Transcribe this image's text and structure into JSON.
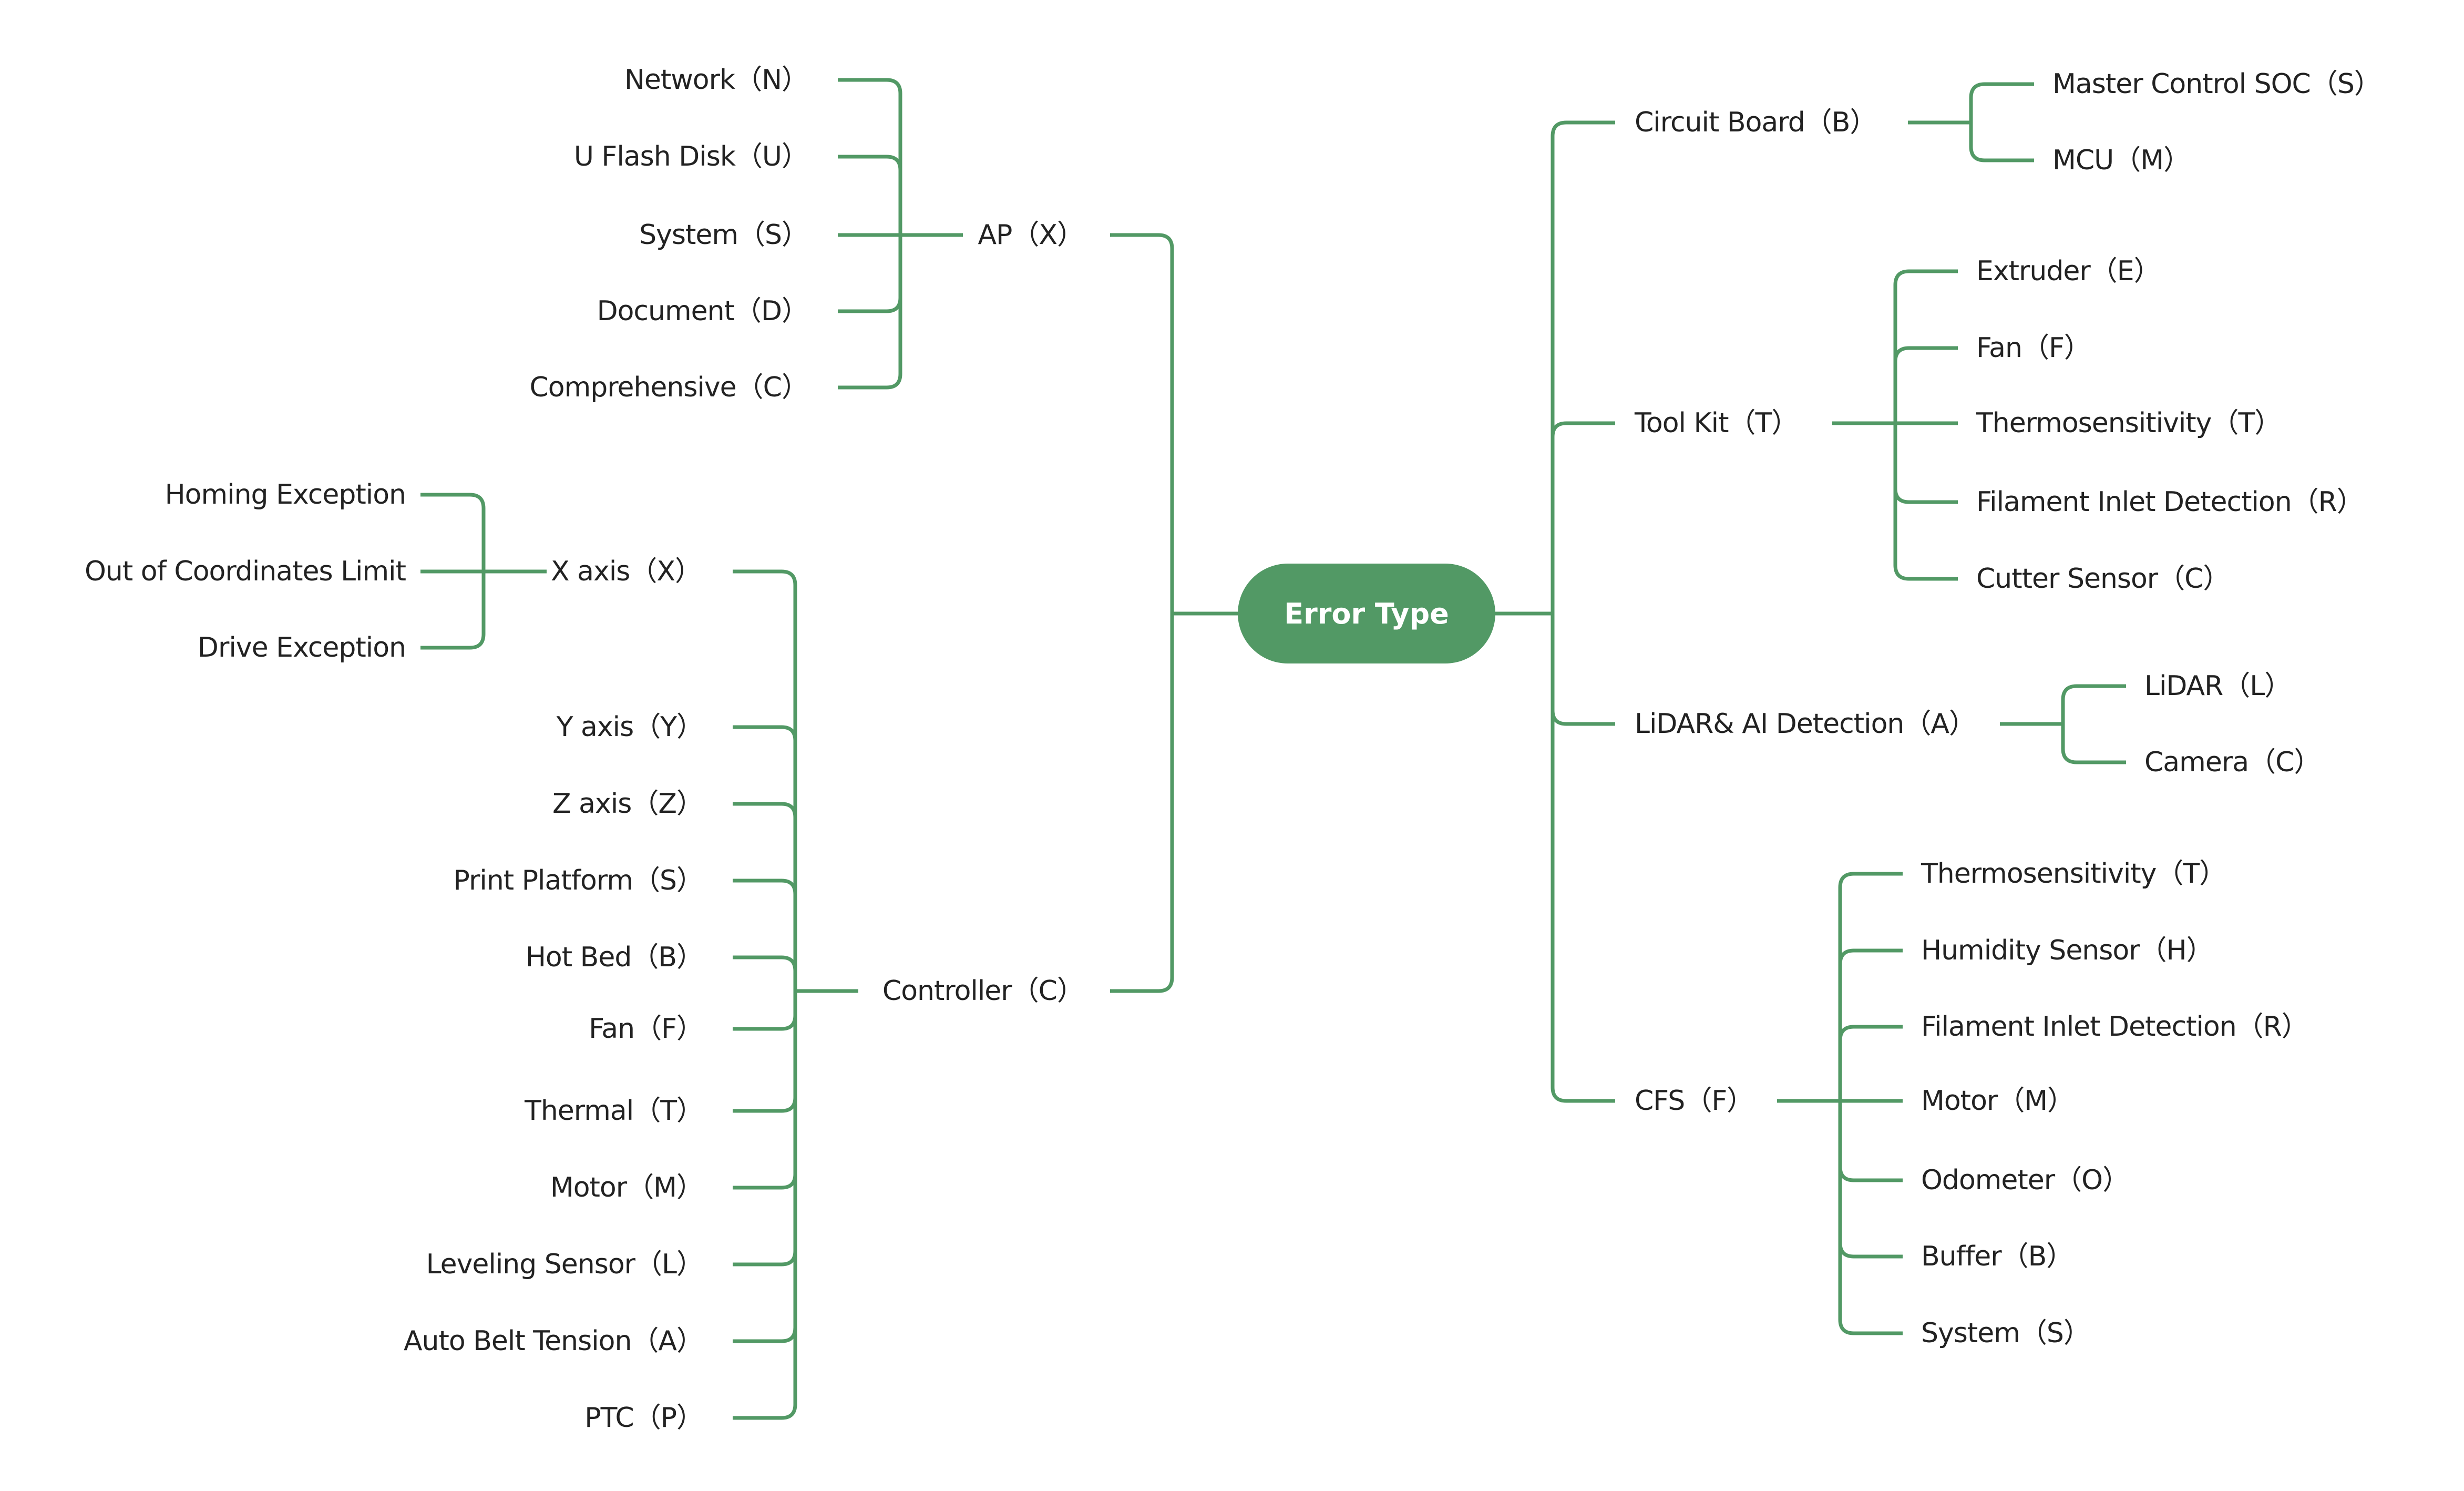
{
  "title": "Error Type",
  "colors": {
    "accent": "#529965",
    "text": "#222222",
    "root_text": "#ffffff",
    "background": "#ffffff"
  },
  "root": {
    "label": "Error Type",
    "left": [
      {
        "label": "AP（X）",
        "children": [
          {
            "label": "Network（N）"
          },
          {
            "label": "U Flash Disk（U）"
          },
          {
            "label": "System（S）"
          },
          {
            "label": "Document（D）"
          },
          {
            "label": "Comprehensive（C）"
          }
        ]
      },
      {
        "label": "Controller（C）",
        "children": [
          {
            "label": "X axis（X）",
            "children": [
              {
                "label": "Homing Exception"
              },
              {
                "label": "Out of Coordinates Limit"
              },
              {
                "label": "Drive Exception"
              }
            ]
          },
          {
            "label": "Y axis（Y）"
          },
          {
            "label": "Z axis（Z）"
          },
          {
            "label": "Print Platform（S）"
          },
          {
            "label": "Hot Bed（B）"
          },
          {
            "label": "Fan（F）"
          },
          {
            "label": "Thermal（T）"
          },
          {
            "label": "Motor（M）"
          },
          {
            "label": "Leveling Sensor（L）"
          },
          {
            "label": "Auto Belt Tension（A）"
          },
          {
            "label": "PTC（P）"
          }
        ]
      }
    ],
    "right": [
      {
        "label": "Circuit Board（B）",
        "children": [
          {
            "label": "Master Control SOC（S）"
          },
          {
            "label": "MCU（M）"
          }
        ]
      },
      {
        "label": "Tool Kit（T）",
        "children": [
          {
            "label": "Extruder（E）"
          },
          {
            "label": "Fan（F）"
          },
          {
            "label": "Thermosensitivity（T）"
          },
          {
            "label": "Filament Inlet Detection（R）"
          },
          {
            "label": "Cutter Sensor（C）"
          }
        ]
      },
      {
        "label": "LiDAR& AI Detection（A）",
        "children": [
          {
            "label": "LiDAR（L）"
          },
          {
            "label": "Camera（C）"
          }
        ]
      },
      {
        "label": "CFS（F）",
        "children": [
          {
            "label": "Thermosensitivity（T）"
          },
          {
            "label": "Humidity Sensor（H）"
          },
          {
            "label": "Filament Inlet Detection（R）"
          },
          {
            "label": "Motor（M）"
          },
          {
            "label": "Odometer（O）"
          },
          {
            "label": "Buffer（B）"
          },
          {
            "label": "System（S）"
          }
        ]
      }
    ]
  }
}
